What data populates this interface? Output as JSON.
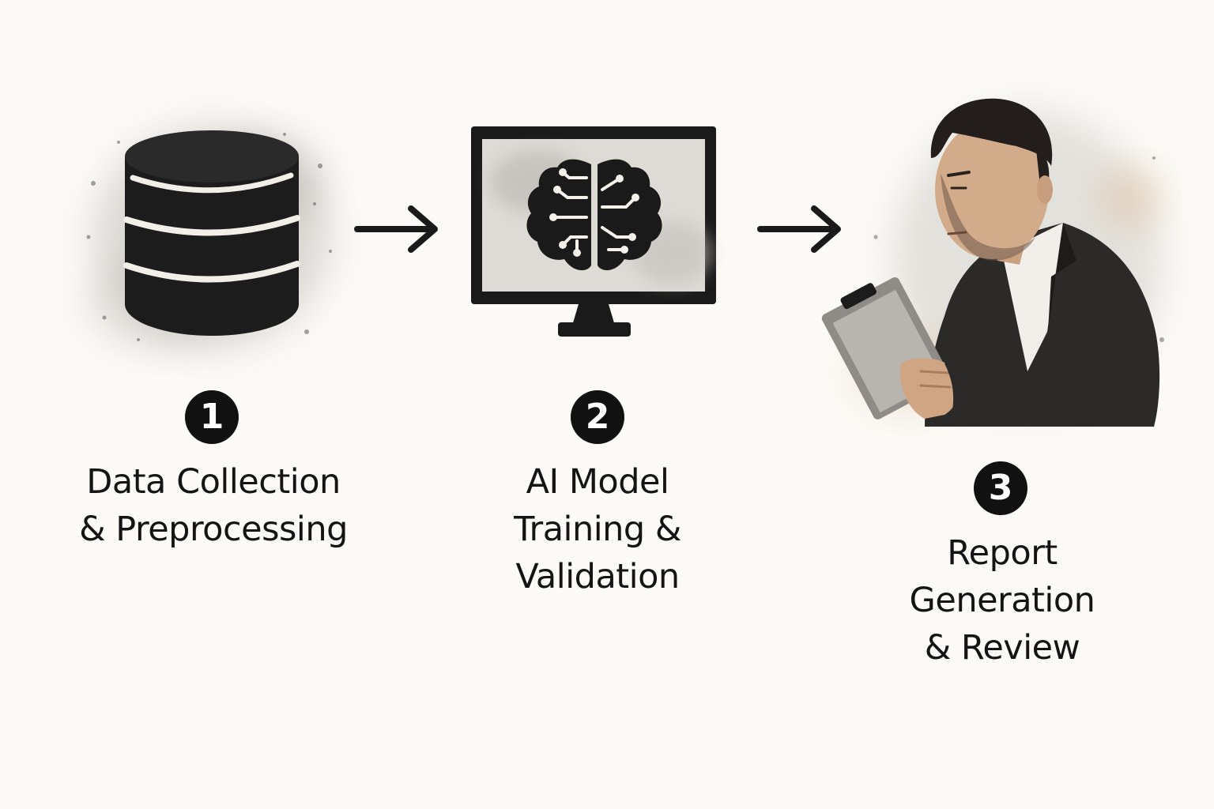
{
  "steps": [
    {
      "number": "1",
      "icon": "database-icon",
      "label_lines": [
        "Data Collection",
        "& Preprocessing"
      ]
    },
    {
      "number": "2",
      "icon": "monitor-brain-icon",
      "label_lines": [
        "AI Model",
        "Training &",
        "Validation"
      ]
    },
    {
      "number": "3",
      "icon": "person-clipboard-illustration",
      "label_lines": [
        "Report",
        "Generation",
        "& Review"
      ]
    }
  ],
  "connectors": [
    {
      "from": "1",
      "to": "2",
      "icon": "arrow-right-icon"
    },
    {
      "from": "2",
      "to": "3",
      "icon": "arrow-right-icon"
    }
  ],
  "colors": {
    "background": "#fbfaf6",
    "ink": "#111111",
    "badge_text": "#ffffff"
  }
}
